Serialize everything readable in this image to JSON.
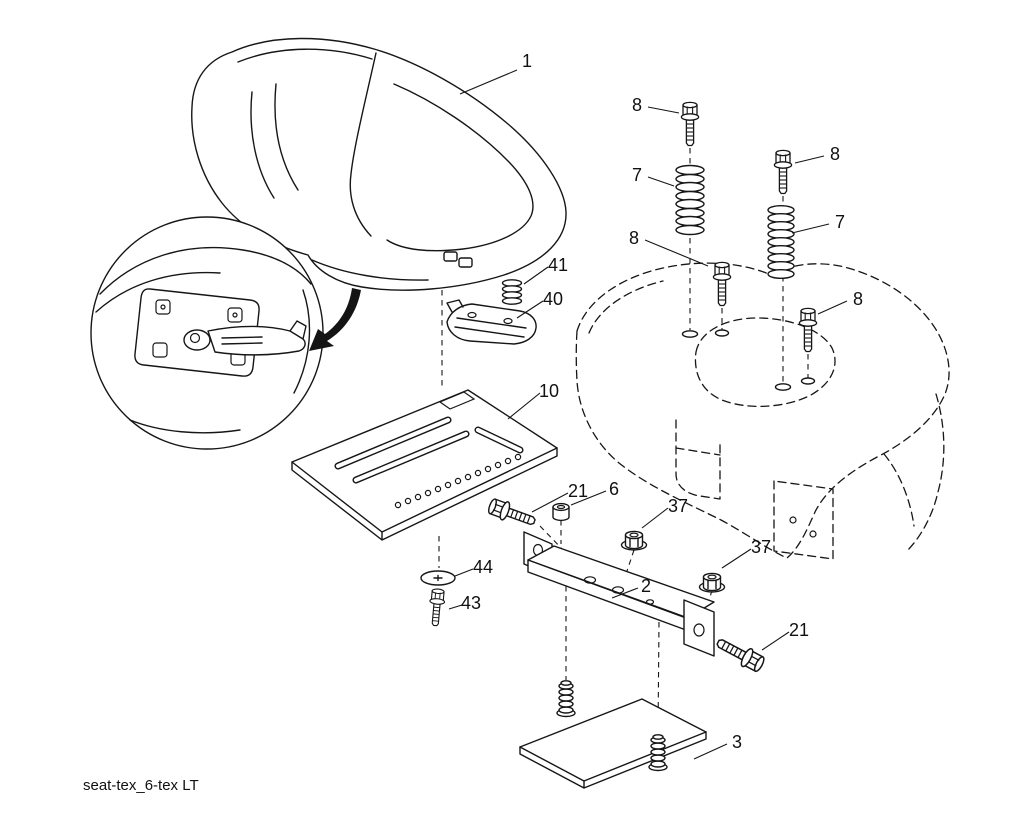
{
  "page": {
    "background_color": "#ffffff",
    "line_color": "#161616"
  },
  "diagram": {
    "caption": "seat-tex_6-tex LT",
    "labels": {
      "seat": "1",
      "bolt_top": "8",
      "bolt_upper_right": "8",
      "spring_left": "7",
      "spring_right": "7",
      "bolt_mid": "8",
      "bolt_right": "8",
      "spring_small": "41",
      "latch_bracket": "40",
      "seat_pan": "10",
      "shoulder_bolt_left": "21",
      "spacer_nut": "6",
      "flange_nut_upper": "37",
      "flange_nut_lower": "37",
      "seat_bracket": "2",
      "washer": "44",
      "bolt_small": "43",
      "shoulder_bolt_right": "21",
      "mount_plate": "3"
    }
  }
}
